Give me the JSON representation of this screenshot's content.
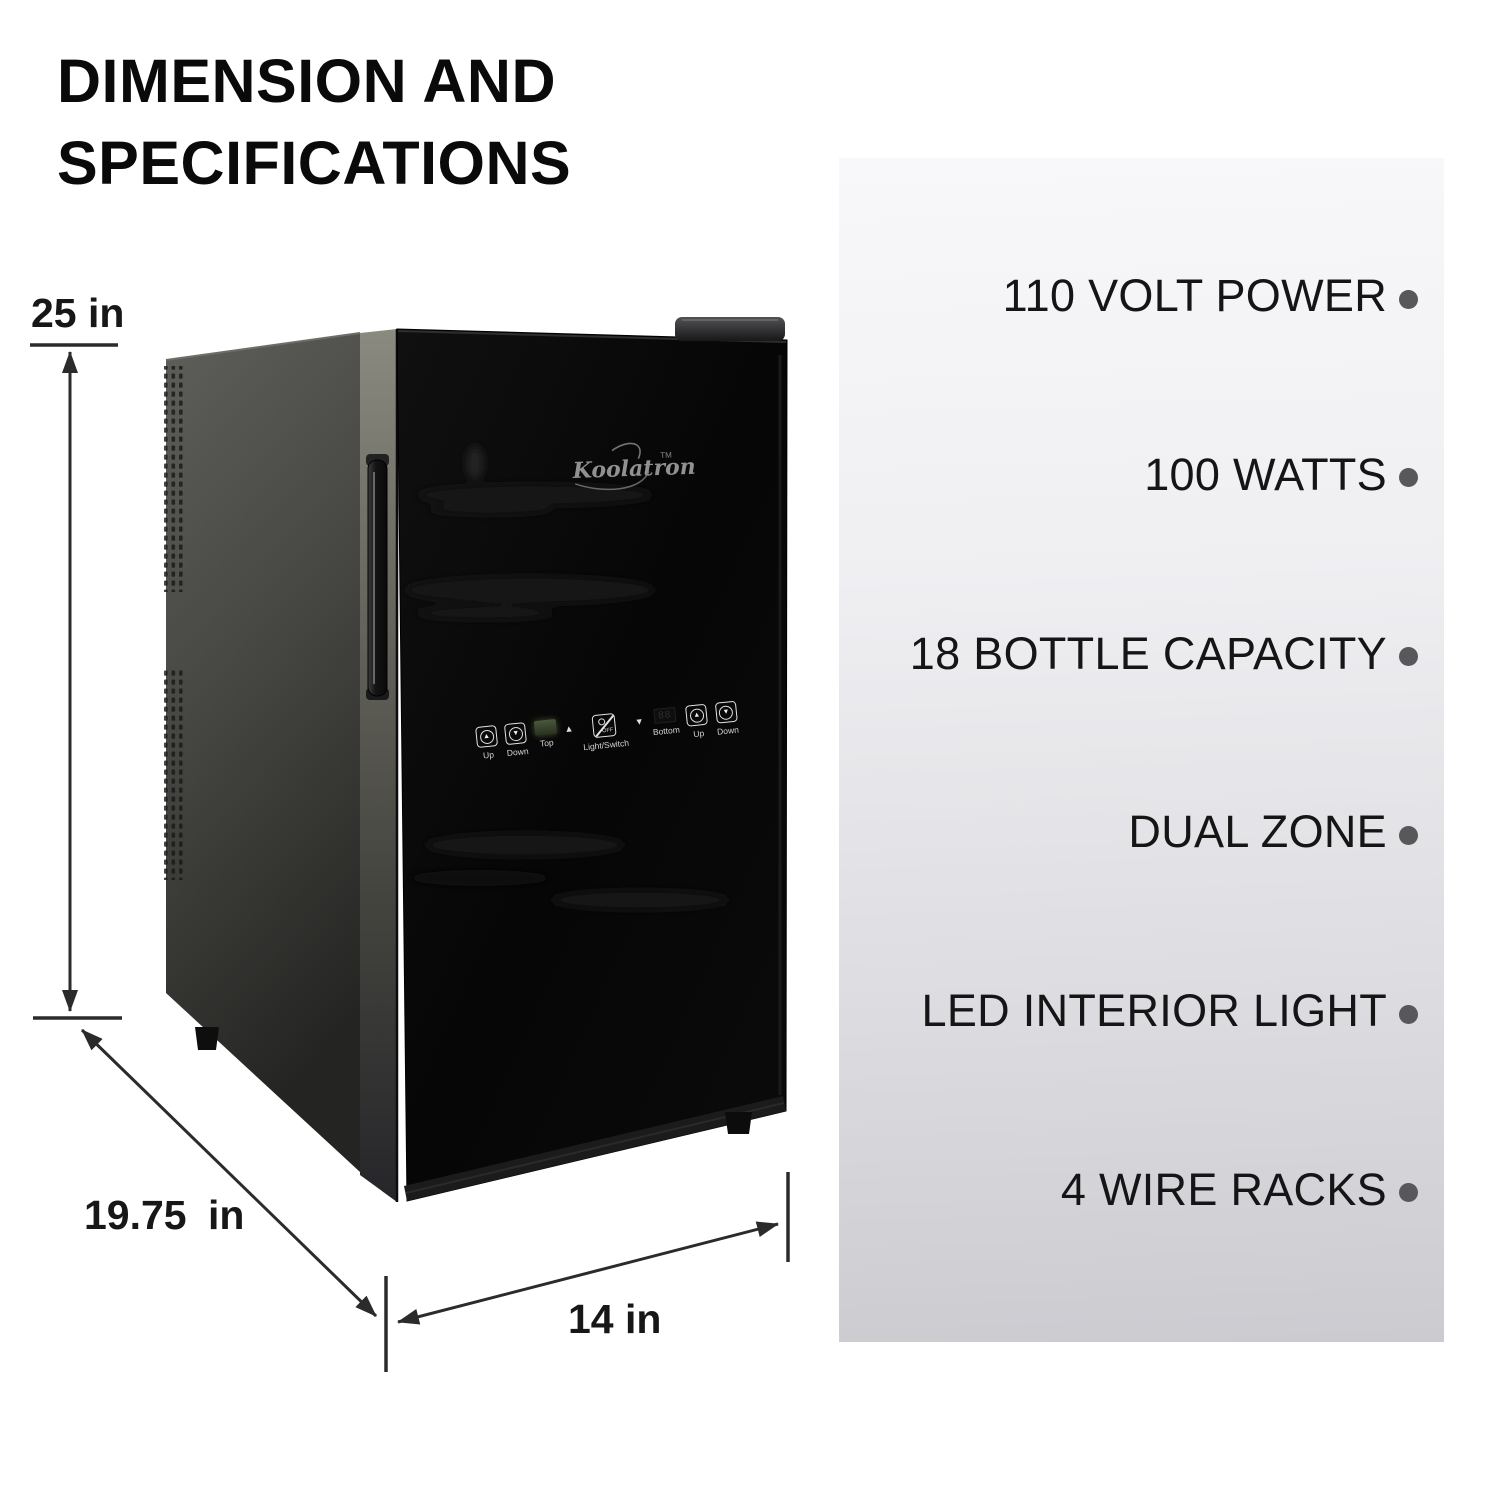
{
  "title": {
    "line1": "DIMENSION AND",
    "line2": "SPECIFICATIONS"
  },
  "dimension_labels": {
    "height": "25 in",
    "depth": "19.75 in",
    "width": "14 in"
  },
  "product": {
    "brand": "Koolatron",
    "trademark": "TM",
    "control_panel": {
      "items": [
        {
          "type": "button",
          "icon": "up-arrow",
          "label": "Up"
        },
        {
          "type": "button",
          "icon": "down-arrow",
          "label": "Down"
        },
        {
          "type": "display",
          "label": "Top"
        },
        {
          "type": "button",
          "icon": "light-bulb-off",
          "label": "Light/Switch",
          "button_text": "OFF"
        },
        {
          "type": "display",
          "label": "Bottom",
          "display_value": "88"
        },
        {
          "type": "button",
          "icon": "up-arrow",
          "label": "Up"
        },
        {
          "type": "button",
          "icon": "down-arrow",
          "label": "Down"
        }
      ]
    }
  },
  "specs": {
    "items": [
      "110 VOLT POWER",
      "100 WATTS",
      "18 BOTTLE CAPACITY",
      "DUAL ZONE",
      "LED INTERIOR LIGHT",
      "4 WIRE RACKS"
    ]
  },
  "icons": {
    "up_arrow": "▲",
    "down_arrow": "▼"
  },
  "colors": {
    "spec_bullet": "#58585a",
    "spec_text": "#151515",
    "panel_top": "#f8f8fa",
    "panel_bottom": "#cbcbd0",
    "arrow": "#2b2b2b",
    "title_text": "#0a0a0a"
  }
}
